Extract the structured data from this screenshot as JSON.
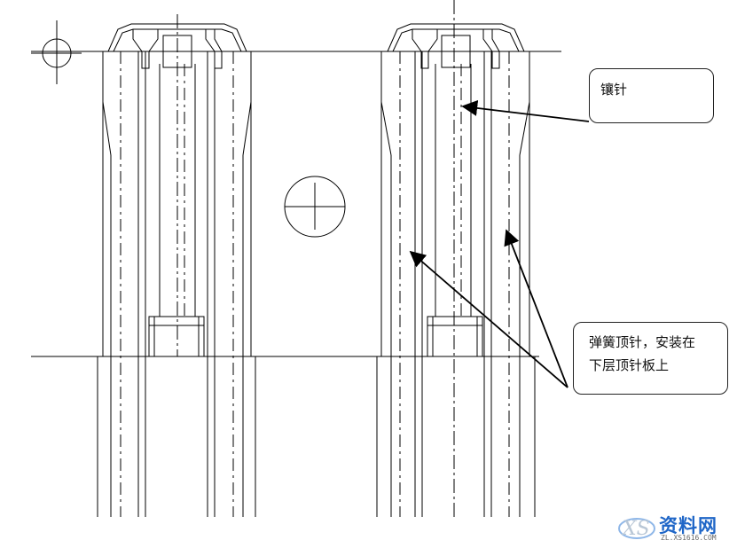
{
  "diagram": {
    "labels": {
      "insert_pin": "镶针",
      "spring_pin_line1": "弹簧顶针，安装在",
      "spring_pin_line2": "下层顶针板上"
    }
  },
  "watermark": {
    "title": "资料网",
    "url": "ZL.XS1616.COM"
  }
}
